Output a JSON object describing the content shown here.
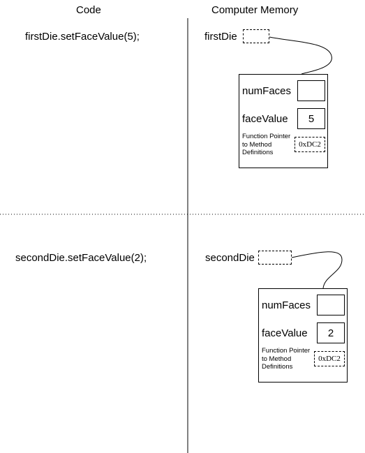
{
  "headers": {
    "code": "Code",
    "memory": "Computer Memory"
  },
  "scenes": [
    {
      "code_line": "firstDie.setFaceValue(5);",
      "variable_name": "firstDie",
      "fields": [
        {
          "label": "numFaces",
          "value": ""
        },
        {
          "label": "faceValue",
          "value": "5"
        }
      ],
      "function_pointer_label": [
        "Function Pointer",
        "to Method",
        "Definitions"
      ],
      "function_pointer_value": "0xDC2"
    },
    {
      "code_line": "secondDie.setFaceValue(2);",
      "variable_name": "secondDie",
      "fields": [
        {
          "label": "numFaces",
          "value": ""
        },
        {
          "label": "faceValue",
          "value": "2"
        }
      ],
      "function_pointer_label": [
        "Function Pointer",
        "to Method",
        "Definitions"
      ],
      "function_pointer_value": "0xDC2"
    }
  ]
}
